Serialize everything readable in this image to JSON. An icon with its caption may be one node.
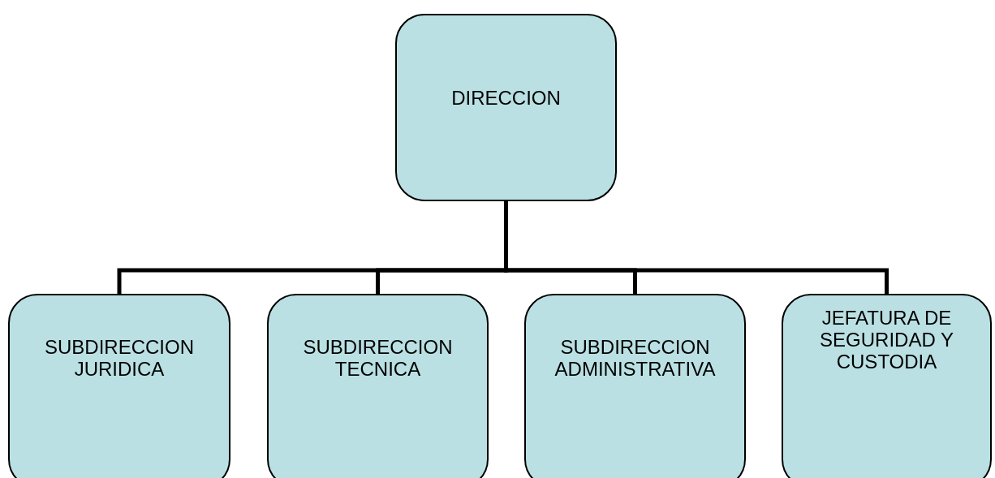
{
  "diagram": {
    "nodes": [
      {
        "text": [
          "DIRECCION"
        ]
      },
      {
        "text": [
          "SUBDIRECCION JURIDICA"
        ]
      },
      {
        "text": [
          "SUBDIRECCION TECNICA"
        ]
      },
      {
        "text": [
          "SUBDIRECCION ADMINISTRATIVA"
        ]
      },
      {
        "text": [
          "JEFATURA DE SEGURIDAD Y CUSTODIA"
        ]
      }
    ],
    "edges": [
      {
        "from": 0,
        "to": 1,
        "arrow": "none"
      },
      {
        "from": 0,
        "to": 2,
        "arrow": "none"
      },
      {
        "from": 0,
        "to": 3,
        "arrow": "none"
      },
      {
        "from": 0,
        "to": 4,
        "arrow": "none"
      }
    ]
  }
}
